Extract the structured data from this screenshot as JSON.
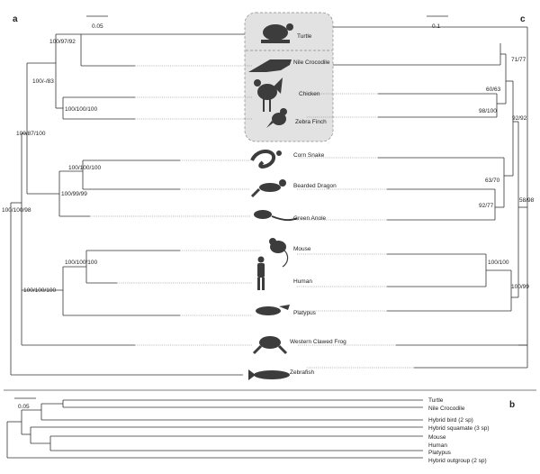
{
  "panels": {
    "a": "a",
    "b": "b",
    "c": "c"
  },
  "scale_bars": {
    "panel_a": "0.05",
    "panel_c": "0.1",
    "panel_b": "0.05"
  },
  "taxa_top": [
    "Turtle",
    "Nile Crocodile",
    "Chicken",
    "Zebra Finch",
    "Corn Snake",
    "Bearded Dragon",
    "Green Anole",
    "Mouse",
    "Human",
    "Platypus",
    "Western Clawed Frog",
    "Zebrafish"
  ],
  "support_a": {
    "turtle_croc": "100/97/92",
    "archosaur": "100/-/83",
    "birds": "100/100/100",
    "reptiles": "100/87/100",
    "squamate": "100/99/99",
    "snake_dragon": "100/100/100",
    "amniote": "100/100/98",
    "mammals": "100/100/100",
    "tetrapod": "100/100/100"
  },
  "support_c": {
    "turtle_croc": "71/77",
    "archosaur": "60/63",
    "birds": "98/100",
    "reptiles": "92/92",
    "snake_dragon": "63/70",
    "squamate": "92/77",
    "amniote": "58/98",
    "mammals": "100/100",
    "human_mouse": "100/99"
  },
  "taxa_bottom": [
    "Turtle",
    "Nile Crocodile",
    "Hybrid bird (2 sp)",
    "Hybrid squamate (3 sp)",
    "Mouse",
    "Human",
    "Platypus",
    "Hybrid outgroup (2 sp)"
  ],
  "icons": [
    "turtle-icon",
    "crocodile-icon",
    "rooster-icon",
    "finch-icon",
    "snake-icon",
    "dragon-icon",
    "anole-icon",
    "mouse-icon",
    "human-icon",
    "platypus-icon",
    "frog-icon",
    "zebrafish-icon"
  ],
  "colors": {
    "highlight_box": "#e2e2e2",
    "lines": "#333333",
    "silhouette": "#3c3c3c"
  }
}
